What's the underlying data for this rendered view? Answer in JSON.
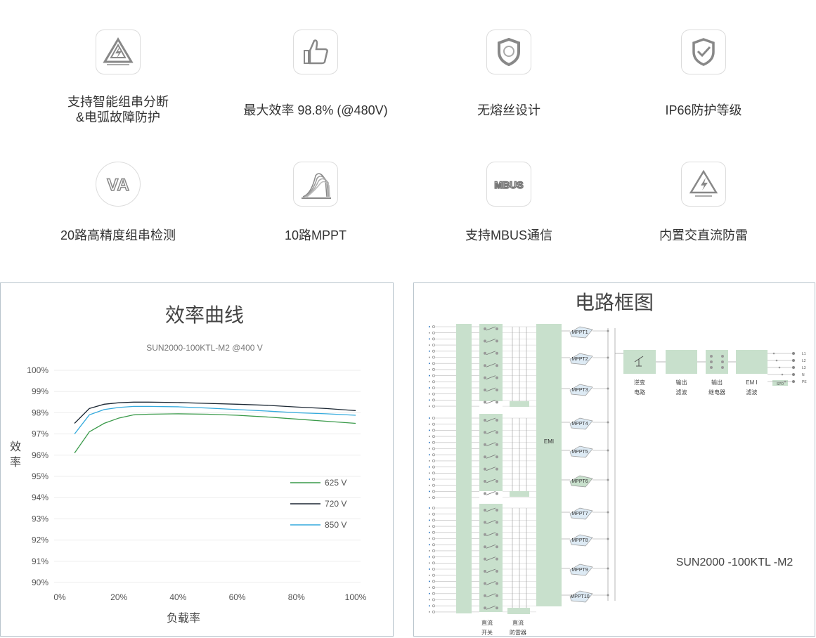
{
  "features": [
    {
      "label_lines": [
        "支持智能组串分断",
        "&电弧故障防护"
      ],
      "icon": "warning-triangle-icon"
    },
    {
      "label_lines": [
        "最大效率 98.8% (@480V)"
      ],
      "icon": "thumbs-up-icon"
    },
    {
      "label_lines": [
        "无熔丝设计"
      ],
      "icon": "shield-icon"
    },
    {
      "label_lines": [
        "IP66防护等级"
      ],
      "icon": "shield-check-icon"
    },
    {
      "label_lines": [
        "20路高精度组串检测"
      ],
      "icon": "va-meter-icon"
    },
    {
      "label_lines": [
        "10路MPPT"
      ],
      "icon": "mppt-curve-icon"
    },
    {
      "label_lines": [
        "支持MBUS通信"
      ],
      "icon": "mbus-icon"
    },
    {
      "label_lines": [
        "内置交直流防雷"
      ],
      "icon": "surge-protection-icon"
    }
  ],
  "feature_icon_texts": {
    "va": "VA",
    "mbus": "MBUS"
  },
  "chart_data": {
    "type": "line",
    "title": "效率曲线",
    "subtitle": "SUN2000-100KTL-M2 @400 V",
    "xlabel": "负载率",
    "ylabel": "效率",
    "x_tick_labels": [
      "0%",
      "20%",
      "40%",
      "60%",
      "80%",
      "100%"
    ],
    "y_tick_labels": [
      "90%",
      "91%",
      "92%",
      "93%",
      "94%",
      "95%",
      "96%",
      "97%",
      "98%",
      "99%",
      "100%"
    ],
    "xlim": [
      0,
      100
    ],
    "ylim": [
      90,
      100
    ],
    "grid": true,
    "legend": "right",
    "x": [
      5,
      10,
      15,
      20,
      25,
      30,
      40,
      50,
      60,
      70,
      80,
      90,
      100
    ],
    "series": [
      {
        "name": "625 V",
        "color": "#3a9a4a",
        "values": [
          96.1,
          97.1,
          97.5,
          97.75,
          97.9,
          97.93,
          97.95,
          97.93,
          97.88,
          97.8,
          97.7,
          97.6,
          97.5
        ]
      },
      {
        "name": "720 V",
        "color": "#1b2733",
        "values": [
          97.5,
          98.2,
          98.4,
          98.47,
          98.5,
          98.5,
          98.48,
          98.44,
          98.4,
          98.35,
          98.27,
          98.2,
          98.1
        ]
      },
      {
        "name": "850 V",
        "color": "#33aadd",
        "values": [
          97.0,
          97.9,
          98.15,
          98.25,
          98.3,
          98.3,
          98.28,
          98.22,
          98.15,
          98.08,
          98.0,
          97.95,
          97.88
        ]
      }
    ]
  },
  "circuit": {
    "title": "电路框图",
    "emi_label": "EMI",
    "mppt_labels": [
      "MPPT1",
      "MPPT2",
      "MPPT3",
      "MPPT4",
      "MPPT5",
      "MPPT6",
      "MPPT7",
      "MPPT8",
      "MPPT9",
      "MPPT10"
    ],
    "block_labels": [
      [
        "逆变",
        "电路"
      ],
      [
        "输出",
        "滤波"
      ],
      [
        "输出",
        "继电器"
      ],
      [
        "EM I",
        "滤波"
      ]
    ],
    "spd_label": "SPD",
    "output_labels": [
      "L1",
      "L2",
      "L3",
      "N",
      "PE"
    ],
    "bottom_labels": [
      [
        "直流",
        "开关"
      ],
      [
        "直流",
        "防雷器"
      ]
    ],
    "model": "SUN2000 -100KTL -M2"
  }
}
